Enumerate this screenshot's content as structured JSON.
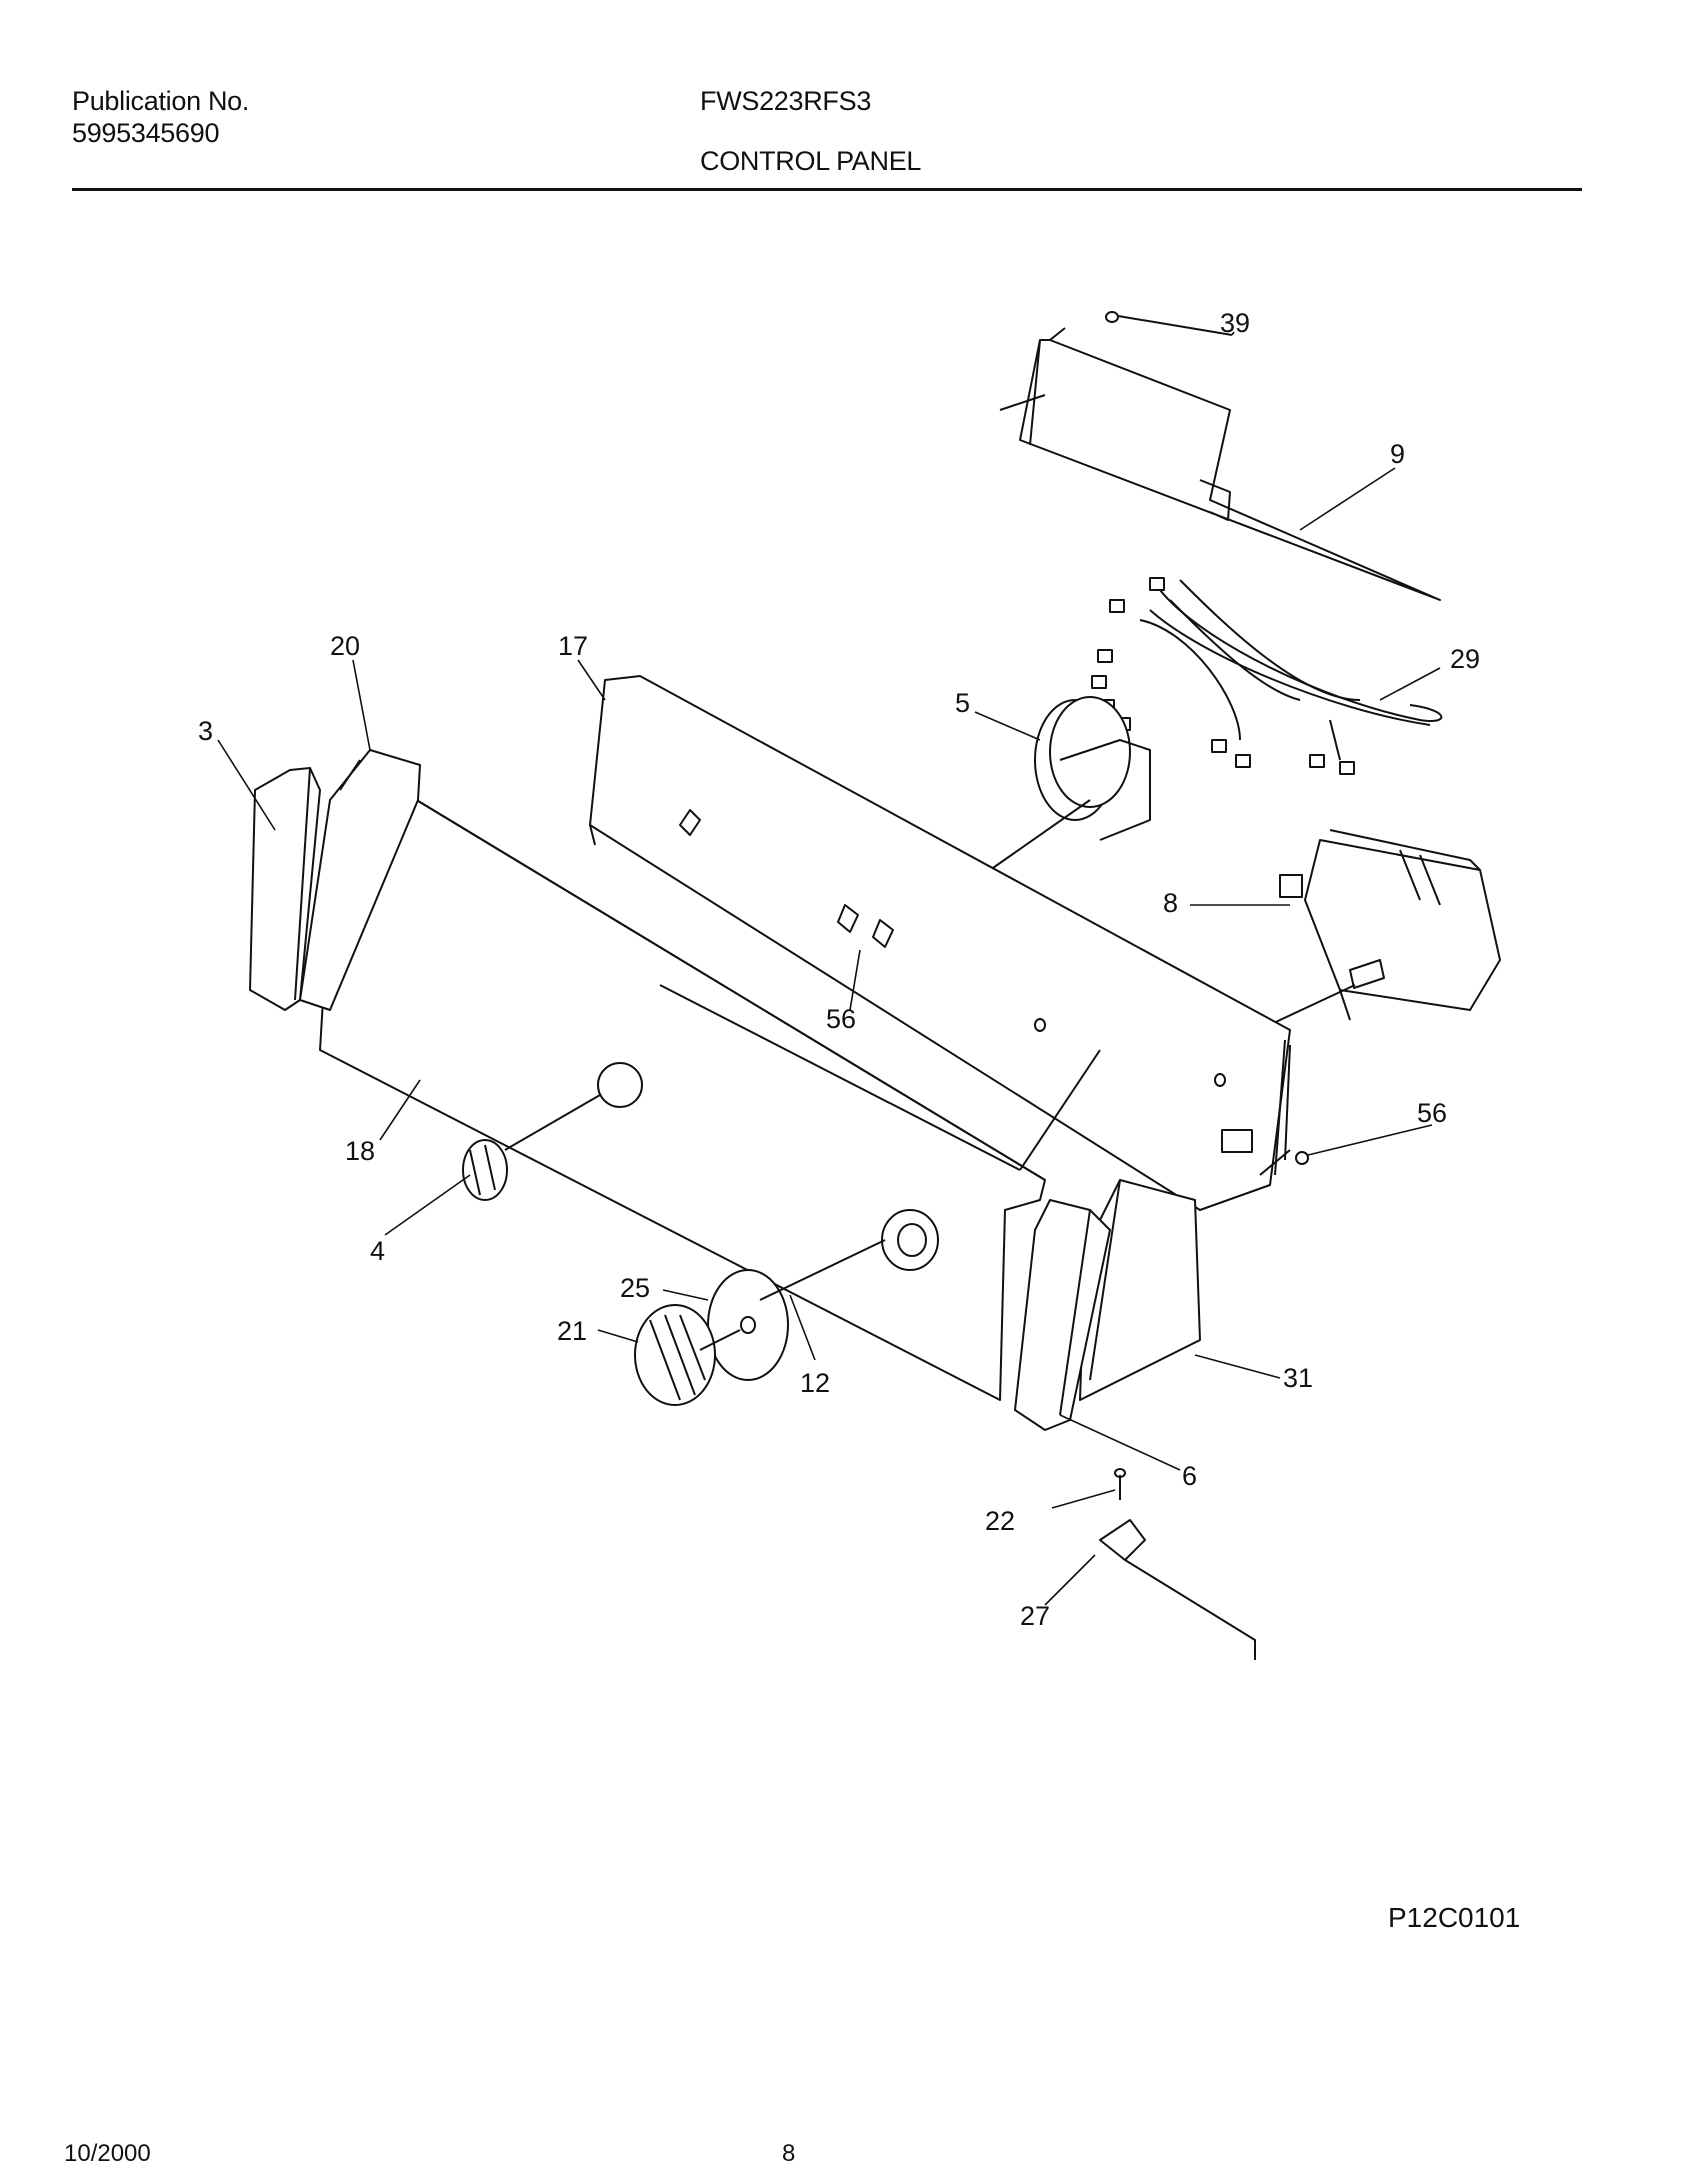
{
  "header": {
    "publication_label": "Publication No.",
    "publication_number": "5995345690",
    "model": "FWS223RFS3",
    "section": "CONTROL PANEL"
  },
  "parts": {
    "p39": "39",
    "p9": "9",
    "p29": "29",
    "p20": "20",
    "p17": "17",
    "p3": "3",
    "p5": "5",
    "p8": "8",
    "p56a": "56",
    "p56b": "56",
    "p18": "18",
    "p4": "4",
    "p25": "25",
    "p21": "21",
    "p12": "12",
    "p31": "31",
    "p6": "6",
    "p22": "22",
    "p27": "27"
  },
  "figure_code": "P12C0101",
  "footer": {
    "date": "10/2000",
    "page": "8"
  }
}
